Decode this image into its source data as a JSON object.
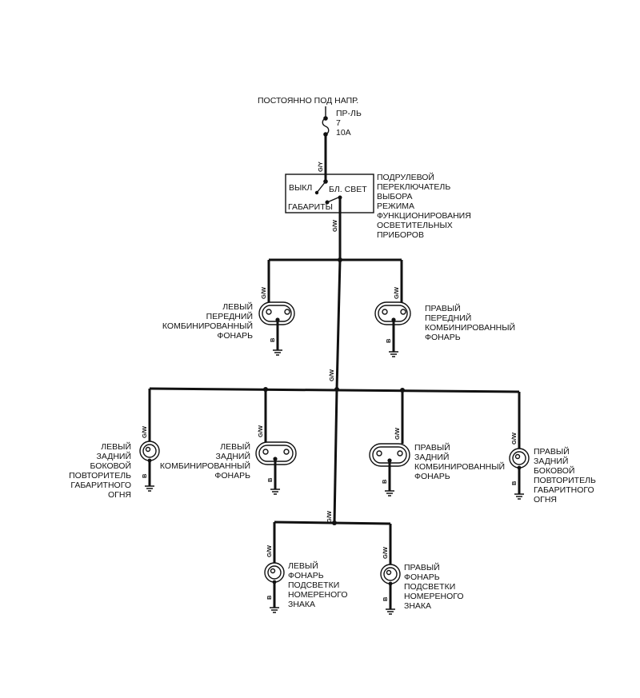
{
  "supply": {
    "label": "ПОСТОЯННО ПОД НАПР.",
    "fuse_lines": [
      "ПР-ЛЬ",
      "7",
      "10A"
    ]
  },
  "switch": {
    "off_label": "ВЫКЛ",
    "head_label": "БЛ. СВЕТ",
    "park_label": "ГАБАРИТЫ",
    "name_lines": [
      "ПОДРУЛЕВОЙ",
      "ПЕРЕКЛЮЧАТЕЛЬ",
      "ВЫБОРА",
      "РЕЖИМА",
      "ФУНКЦИОНИРОВАНИЯ",
      "ОСВЕТИТЕЛЬНЫХ",
      "ПРИБОРОВ"
    ]
  },
  "wire_codes": {
    "supply": "G/Y",
    "light": "G/W",
    "ground": "B"
  },
  "lamps": {
    "front_left": [
      "ЛЕВЫЙ",
      "ПЕРЕДНИЙ",
      "КОМБИНИРОВАННЫЙ",
      "ФОНАРЬ"
    ],
    "front_right": [
      "ПРАВЫЙ",
      "ПЕРЕДНИЙ",
      "КОМБИНИРОВАННЫЙ",
      "ФОНАРЬ"
    ],
    "side_left": [
      "ЛЕВЫЙ",
      "ЗАДНИЙ",
      "БОКОВОЙ",
      "ПОВТОРИТЕЛЬ",
      "ГАБАРИТНОГО",
      "ОГНЯ"
    ],
    "rear_left": [
      "ЛЕВЫЙ",
      "ЗАДНИЙ",
      "КОМБИНИРОВАННЫЙ",
      "ФОНАРЬ"
    ],
    "rear_right": [
      "ПРАВЫЙ",
      "ЗАДНИЙ",
      "КОМБИНИРОВАННЫЙ",
      "ФОНАРЬ"
    ],
    "side_right": [
      "ПРАВЫЙ",
      "ЗАДНИЙ",
      "БОКОВОЙ",
      "ПОВТОРИТЕЛЬ",
      "ГАБАРИТНОГО",
      "ОГНЯ"
    ],
    "plate_left": [
      "ЛЕВЫЙ",
      "ФОНАРЬ",
      "ПОДСВЕТКИ",
      "НОМЕРЕНОГО",
      "ЗНАКА"
    ],
    "plate_right": [
      "ПРАВЫЙ",
      "ФОНАРЬ",
      "ПОДСВЕТКИ",
      "НОМЕРЕНОГО",
      "ЗНАКА"
    ]
  }
}
